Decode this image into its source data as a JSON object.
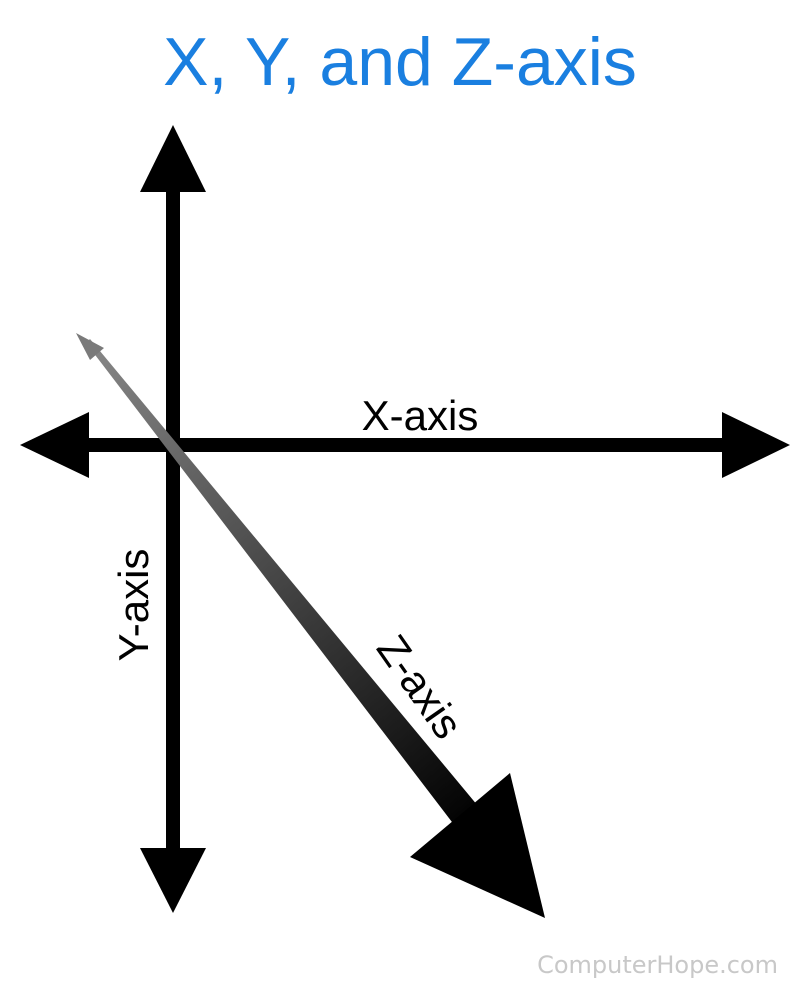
{
  "title": "X, Y, and Z-axis",
  "labels": {
    "x_axis": "X-axis",
    "y_axis": "Y-axis",
    "z_axis": "Z-axis"
  },
  "watermark": "ComputerHope.com",
  "colors": {
    "title": "#1a7fe0",
    "axes": "#000000",
    "z_axis_tail": "#7a7a7a",
    "watermark": "#c8c8c8",
    "background": "#ffffff"
  },
  "icons": {
    "x_axis_arrows": "double-headed-arrow-horizontal",
    "y_axis_arrows": "double-headed-arrow-vertical",
    "z_axis_arrows": "tapered-diagonal-arrow-gradient"
  }
}
